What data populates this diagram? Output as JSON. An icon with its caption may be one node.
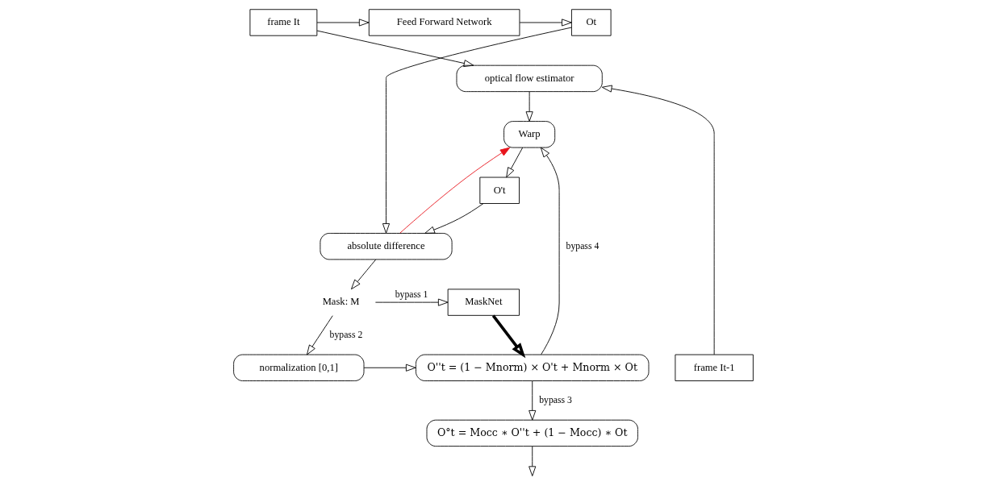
{
  "diagram": {
    "nodes": [
      {
        "text": [
          "frame It"
        ]
      },
      {
        "text": [
          "Feed Forward Network"
        ]
      },
      {
        "text": [
          "Ot"
        ]
      },
      {
        "text": [
          "absolute difference"
        ]
      },
      {
        "text": [
          "Mask: M"
        ]
      },
      {
        "text": [
          "MaskNet"
        ]
      },
      {
        "text": [
          "optical flow estimator"
        ]
      },
      {
        "text": [
          "Warp"
        ]
      },
      {
        "text": [
          "O't"
        ]
      },
      {
        "text": [
          "frame It-1"
        ]
      },
      {
        "text": [
          "normalization [0,1]"
        ]
      },
      {
        "text": [
          "O''t = (1 − Mnorm) × O't + Mnorm × Ot"
        ]
      },
      {
        "text": [
          "O°t = Mocc ∗ O''t + (1 − Mocc) ∗ Ot"
        ]
      }
    ],
    "edges": [
      {
        "from": 0,
        "to": 1,
        "arrow": "to"
      },
      {
        "from": 1,
        "to": 2,
        "arrow": "to"
      },
      {
        "from": 2,
        "to": 3,
        "arrow": "to"
      },
      {
        "from": 8,
        "to": 3,
        "arrow": "to"
      },
      {
        "from": 3,
        "to": 4,
        "arrow": "to"
      },
      {
        "from": 4,
        "to": 5,
        "arrow": "to",
        "label": "bypass 1"
      },
      {
        "from": 0,
        "to": 6,
        "arrow": "to"
      },
      {
        "from": 9,
        "to": 6,
        "arrow": "to"
      },
      {
        "from": 6,
        "to": 7,
        "arrow": "to"
      },
      {
        "from": 7,
        "to": 8,
        "arrow": "to"
      },
      {
        "from": 4,
        "to": 10,
        "arrow": "to",
        "label": "bypass 2"
      },
      {
        "from": 10,
        "to": 11,
        "arrow": "to"
      },
      {
        "from": 11,
        "to": 7,
        "arrow": "to",
        "label": "bypass 4"
      },
      {
        "from": 11,
        "to": 12,
        "arrow": "to",
        "label": "bypass 3"
      },
      {
        "from": 12,
        "to": null,
        "arrow": "to"
      },
      {
        "from": 5,
        "to": 11,
        "arrow": "to",
        "style": "thick"
      },
      {
        "from": 3,
        "to": 7,
        "arrow": "to",
        "color": "#e8141c"
      }
    ]
  }
}
